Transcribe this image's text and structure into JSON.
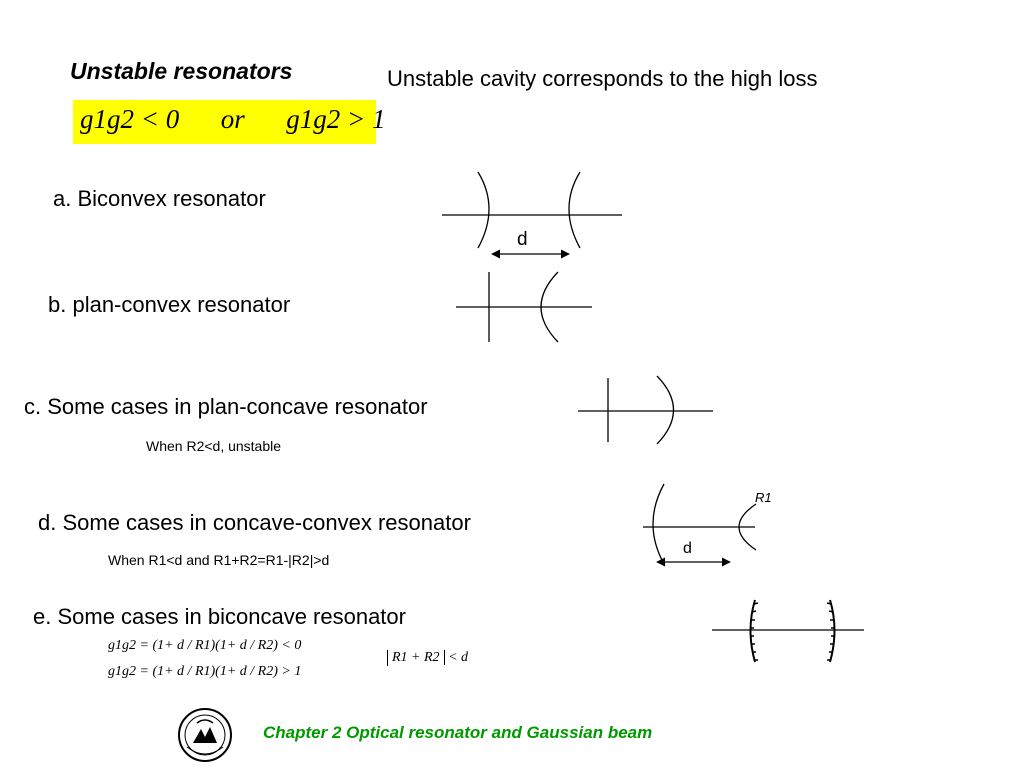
{
  "slide": {
    "title": "Unstable resonators",
    "subtitle": "Unstable cavity corresponds to the high loss",
    "condition": {
      "left": "g1g2 < 0",
      "connector": "or",
      "right": "g1g2 > 1"
    },
    "sections": {
      "a": "a. Biconvex resonator",
      "b": "b. plan-convex resonator",
      "c": "c.  Some cases in plan-concave resonator",
      "d": "d. Some cases in concave-convex resonator",
      "e": "e. Some cases in biconcave resonator"
    },
    "notes": {
      "c": "When R2<d,   unstable",
      "d": "When R1<d  and R1+R2=R1-|R2|>d"
    },
    "equations": {
      "e1": "g1g2 = (1+ d / R1)(1+ d / R2) < 0",
      "e2": "g1g2 = (1+ d / R1)(1+ d / R2) > 1",
      "e3_inner": "R1 + R2",
      "e3_tail": " < d"
    },
    "diagram_labels": {
      "d_a": "d",
      "d_d": "d",
      "r1": "R1"
    },
    "footer": "Chapter 2  Optical resonator and Gaussian beam",
    "colors": {
      "highlight": "#ffff00",
      "footer": "#009900"
    }
  }
}
